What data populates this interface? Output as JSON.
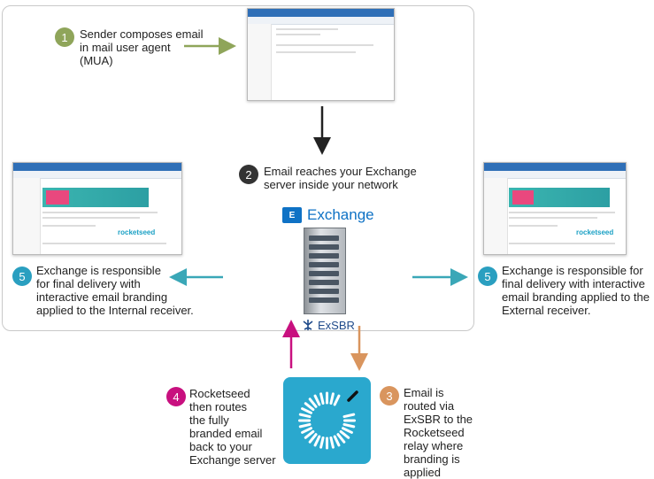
{
  "steps": {
    "s1": {
      "num": "1",
      "lines": [
        "Sender composes email",
        "in mail user agent",
        "(MUA)"
      ]
    },
    "s2": {
      "num": "2",
      "lines": [
        "Email reaches your Exchange",
        "server inside your network"
      ]
    },
    "s3": {
      "num": "3",
      "lines": [
        "Email is",
        "routed via",
        "ExSBR to the",
        "Rocketseed",
        "relay where",
        "branding is",
        "applied"
      ]
    },
    "s4": {
      "num": "4",
      "lines": [
        "Rocketseed",
        "then routes",
        "the fully",
        "branded email",
        "back to your",
        "Exchange server"
      ]
    },
    "s5_left": {
      "num": "5",
      "lines": [
        "Exchange is responsible",
        "for final delivery with",
        "interactive email branding",
        "applied to the Internal receiver."
      ]
    },
    "s5_right": {
      "num": "5",
      "lines": [
        "Exchange is responsible for",
        "final delivery with interactive",
        "email branding applied to the",
        "External receiver."
      ]
    }
  },
  "exchange_label": "Exchange",
  "exchange_icon_text": "E",
  "exsbr_label": "ExSBR",
  "rocketseed_logo_text": "rocketseed",
  "colors": {
    "step1": "#8fa55a",
    "step2": "#333333",
    "step3": "#d9955e",
    "step4": "#c8107f",
    "step5": "#2a9fc0",
    "arrow_green": "#8fa55a",
    "arrow_dark": "#222222",
    "arrow_teal": "#3aa7b7",
    "arrow_pink": "#c8107f",
    "arrow_orange": "#d9955e",
    "exchange_blue": "#0f72c5",
    "rocketseed_tile": "#2aa8ce"
  },
  "icons": {
    "mua": "email-client-screenshot-icon",
    "server": "server-rack-icon",
    "exsbr": "exsbr-logo-icon",
    "rocketseed": "rocketseed-logo-icon"
  }
}
